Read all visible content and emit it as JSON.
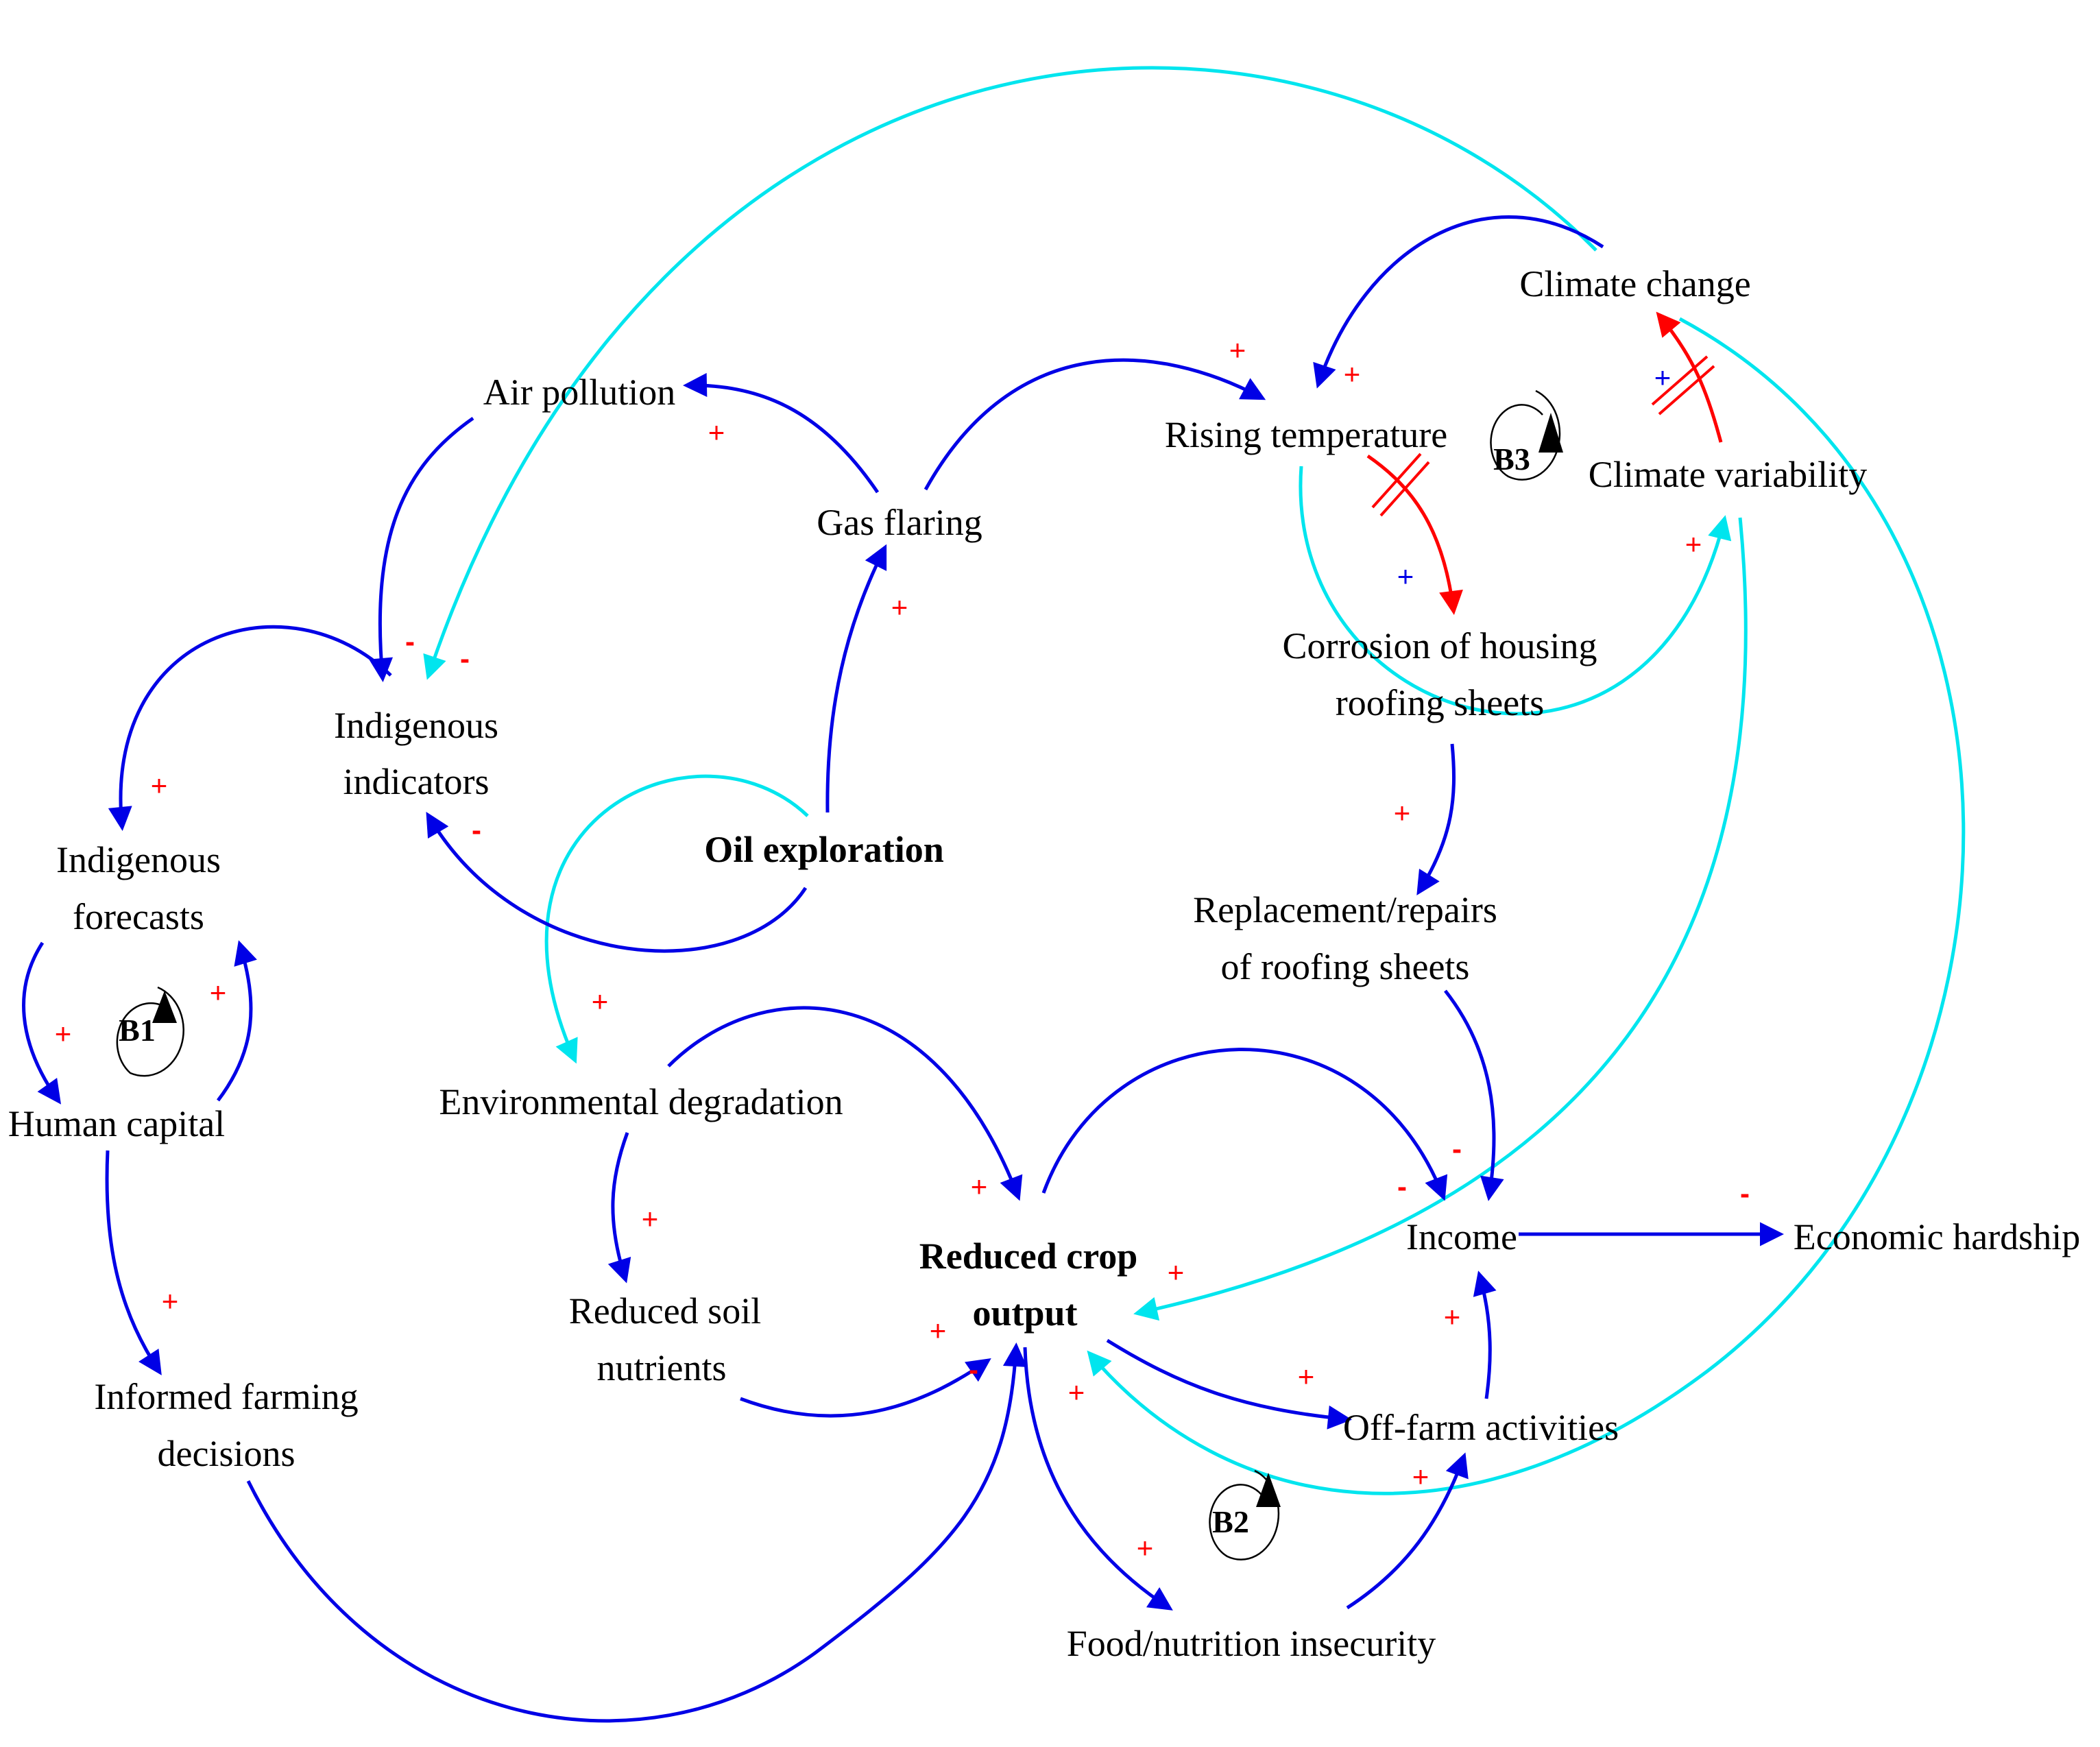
{
  "colors": {
    "blue_link": "#0000e6",
    "cyan_link": "#00e5ee",
    "red_link": "#ff0000",
    "positive_sign": "#ff0000",
    "alt_positive_sign": "#0000e6",
    "negative_sign": "#ff0000"
  },
  "nodes": {
    "climate_change": "Climate change",
    "air_pollution": "Air pollution",
    "rising_temperature": "Rising temperature",
    "climate_variability": "Climate variability",
    "gas_flaring": "Gas flaring",
    "corrosion_line1": "Corrosion of housing",
    "corrosion_line2": "roofing sheets",
    "indigenous_indicators_line1": "Indigenous",
    "indigenous_indicators_line2": "indicators",
    "indigenous_forecasts_line1": "Indigenous",
    "indigenous_forecasts_line2": "forecasts",
    "oil_exploration": "Oil exploration",
    "replacement_line1": "Replacement/repairs",
    "replacement_line2": "of roofing sheets",
    "human_capital": "Human capital",
    "environmental_degradation": "Environmental degradation",
    "reduced_crop_output_line1": "Reduced crop",
    "reduced_crop_output_line2": "output",
    "income": "Income",
    "economic_hardship": "Economic hardship",
    "reduced_soil_nutrients_line1": "Reduced soil",
    "reduced_soil_nutrients_line2": "nutrients",
    "informed_farming_line1": "Informed farming",
    "informed_farming_line2": "decisions",
    "off_farm_activities": "Off-farm activities",
    "food_nutrition_insecurity": "Food/nutrition insecurity"
  },
  "loops": {
    "b1": "B1",
    "b2": "B2",
    "b3": "B3"
  },
  "signs": {
    "plus": "+",
    "minus": "-"
  }
}
